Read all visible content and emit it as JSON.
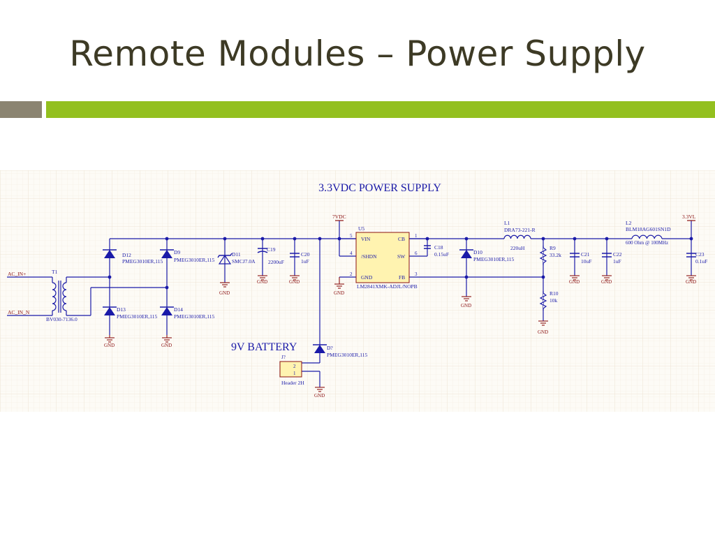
{
  "slide": {
    "title": "Remote Modules – Power Supply"
  },
  "colors": {
    "wire": "#1a1aa8",
    "ref": "#8a1010",
    "highlight": "#fff3b0",
    "accent": "#93c01f",
    "neutral": "#8b8471"
  },
  "schematic": {
    "title": "3.3VDC POWER SUPPLY",
    "battery_label": "9V BATTERY",
    "nets": {
      "ac_in_p": "AC_IN+",
      "ac_in_n": "AC_IN_N",
      "vdc7": "7VDC",
      "v33": "3.3VL"
    },
    "gnd": "GND",
    "transformer": {
      "ref": "T1",
      "part": "BV030-7136.0"
    },
    "diodes": {
      "d12": {
        "ref": "D12",
        "part": "PMEG3010ER,115"
      },
      "d9": {
        "ref": "D9",
        "part": "PMEG3010ER,115"
      },
      "d13": {
        "ref": "D13",
        "part": "PMEG3010ER,115"
      },
      "d14": {
        "ref": "D14",
        "part": "PMEG3010ER,115"
      },
      "d11": {
        "ref": "D11",
        "part": "SMCJ7.0A"
      },
      "d10": {
        "ref": "D10",
        "part": "PMEG3010ER,115"
      },
      "d7": {
        "ref": "D?",
        "part": "PMEG3010ER,115"
      }
    },
    "caps": {
      "c19": {
        "ref": "C19",
        "value": "2200uF"
      },
      "c20": {
        "ref": "C20",
        "value": "1uF"
      },
      "c18": {
        "ref": "C18",
        "value": "0.15uF"
      },
      "c21": {
        "ref": "C21",
        "value": "10uF"
      },
      "c22": {
        "ref": "C22",
        "value": "1uF"
      },
      "c23": {
        "ref": "C23",
        "value": "0.1uF"
      }
    },
    "ic": {
      "ref": "U5",
      "part": "LM2841XMK-ADJL/NOPB",
      "pins": {
        "vin": "VIN",
        "cb": "CB",
        "shdn": "/SHDN",
        "sw": "SW",
        "gnd": "GND",
        "fb": "FB"
      },
      "pin_numbers": {
        "vin": "5",
        "cb": "1",
        "shdn": "4",
        "sw": "6",
        "gnd": "2",
        "fb": "3"
      }
    },
    "inductors": {
      "l1": {
        "ref": "L1",
        "part": "DRA73-221-R",
        "value": "220uH"
      },
      "l2": {
        "ref": "L2",
        "part": "BLM18AG601SN1D",
        "value": "600 Ohm @ 100MHz"
      }
    },
    "resistors": {
      "r9": {
        "ref": "R9",
        "value": "33.2k"
      },
      "r10": {
        "ref": "R10",
        "value": "10k"
      }
    },
    "header": {
      "ref": "J?",
      "part": "Header 2H",
      "pin2": "2",
      "pin1": "1"
    }
  }
}
